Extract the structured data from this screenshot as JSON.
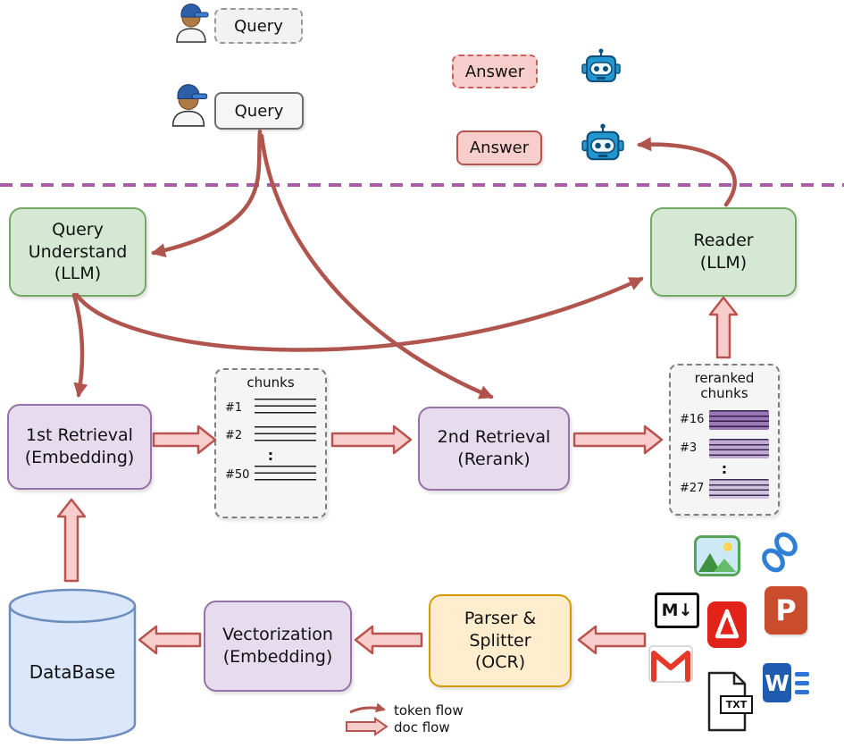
{
  "actors": {
    "user_query_dashed": {
      "label": "Query"
    },
    "user_query_solid": {
      "label": "Query"
    },
    "answer_dashed": {
      "label": "Answer"
    },
    "answer_solid": {
      "label": "Answer"
    }
  },
  "nodes": {
    "query_understand": {
      "label": "Query\nUnderstand\n(LLM)"
    },
    "reader": {
      "label": "Reader\n(LLM)"
    },
    "first_retrieval": {
      "label": "1st Retrieval\n(Embedding)"
    },
    "second_retrieval": {
      "label": "2nd Retrieval\n(Rerank)"
    },
    "vectorization": {
      "label": "Vectorization\n(Embedding)"
    },
    "parser_splitter": {
      "label": "Parser &\nSplitter\n(OCR)"
    },
    "database": {
      "label": "DataBase"
    }
  },
  "chunks_box": {
    "title": "chunks",
    "items": [
      {
        "id": "#1"
      },
      {
        "id": "#2"
      },
      {
        "id": "#50"
      }
    ],
    "ellipsis": ":"
  },
  "reranked_box": {
    "title": "reranked\nchunks",
    "items": [
      {
        "id": "#16"
      },
      {
        "id": "#3"
      },
      {
        "id": "#27"
      }
    ],
    "ellipsis": ":"
  },
  "legend": {
    "token_flow": "token flow",
    "doc_flow": "doc flow"
  },
  "icons": {
    "user": "person-with-cap",
    "robot": "robot-head",
    "image": "picture-icon",
    "link": "chain-link-icon",
    "markdown": "M↓",
    "pdf": "acrobat-pdf-icon",
    "powerpoint": "P",
    "gmail": "gmail-envelope-icon",
    "txt": "TXT",
    "word": "W"
  },
  "colors": {
    "llm_node_fill": "#d5e8d4",
    "llm_node_border": "#74a964",
    "retrieval_node_fill": "#e6dcee",
    "retrieval_node_border": "#9673a6",
    "parser_node_fill": "#ffedcd",
    "parser_node_border": "#d79b00",
    "database_fill": "#dbe8fb",
    "database_border": "#6c8ebf",
    "answer_fill": "#f8cecc",
    "answer_border": "#b85450",
    "separator": "#a85ca8",
    "token_arrow": "#b0544e",
    "doc_arrow_fill": "#f8cecc",
    "doc_arrow_border": "#b85450"
  }
}
